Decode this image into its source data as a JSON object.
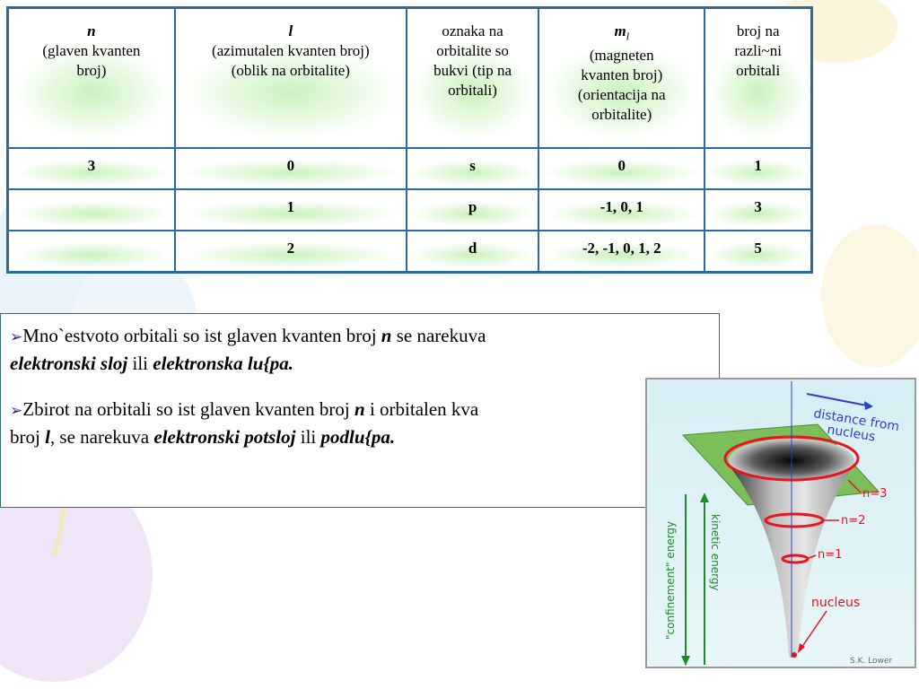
{
  "table": {
    "headers": [
      {
        "sym": "n",
        "desc": [
          "(glaven kvanten",
          "broj)"
        ]
      },
      {
        "sym": "l",
        "desc": [
          "(azimutalen kvanten broj)",
          "(oblik na orbitalite)"
        ]
      },
      {
        "sym": "",
        "desc": [
          "oznaka na",
          "orbitalite so",
          "bukvi (tip na",
          "orbitali)"
        ]
      },
      {
        "sym": "m",
        "sub": "l",
        "desc": [
          "(magneten",
          "kvanten broj)",
          "(orientacija na",
          "orbitalite)"
        ]
      },
      {
        "sym": "",
        "desc": [
          "broj na",
          "razli~ni",
          "orbitali"
        ]
      }
    ],
    "rows": [
      [
        "3",
        "0",
        "s",
        "0",
        "1"
      ],
      [
        "",
        "1",
        "p",
        "-1, 0, 1",
        "3"
      ],
      [
        "",
        "2",
        "d",
        "-2, -1, 0, 1, 2",
        "5"
      ]
    ]
  },
  "text": {
    "bullet_symbol": "➢",
    "p1": {
      "a": "Mno`estvoto orbitali so ist glaven kvanten broj ",
      "b": "n",
      "c": " se narekuva",
      "d": "elektronski sloj",
      "e": " ili ",
      "f": "elektronska lu{pa."
    },
    "p2": {
      "a": "Zbirot na orbitali so ist glaven kvanten broj ",
      "b": "n",
      "c": " i orbitalen kva",
      "d": "broj ",
      "e": "l",
      "f": ", se narekuva ",
      "g": "elektronski potsloj",
      "h": " ili ",
      "i": "podlu{pa."
    }
  },
  "figure": {
    "label_distance": "distance from",
    "label_nucleus_top": "nucleus",
    "label_n3": "n=3",
    "label_n2": "n=2",
    "label_n1": "n=1",
    "label_nucleus": "nucleus",
    "label_confinement": "\"confinement\" energy",
    "label_kinetic": "kinetic energy",
    "credit": "S.K. Lower",
    "colors": {
      "ring": "#e8141e",
      "arrow_blue": "#2b3fd6",
      "arrow_green": "#1f8a2a",
      "plane": "#7cbf5a"
    }
  }
}
